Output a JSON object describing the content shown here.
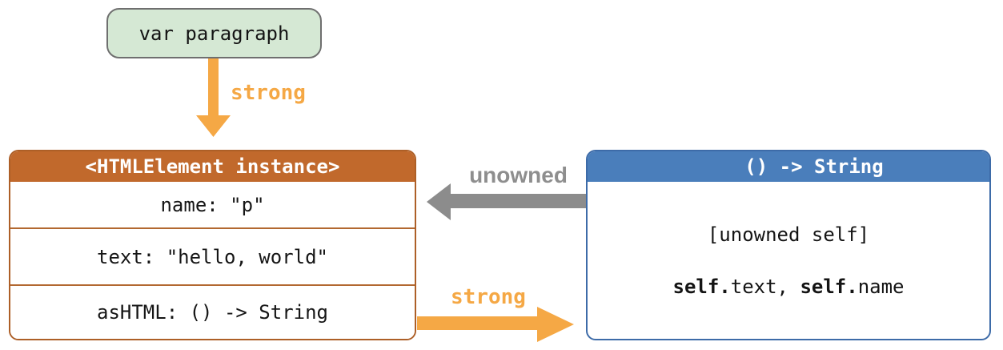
{
  "colors": {
    "strong_reference": "#f5a845",
    "unowned_reference": "#8c8c8c",
    "instance_header_fill": "#c1692c",
    "instance_border": "#ad5f27",
    "closure_header_fill": "#4a7ebb",
    "closure_border": "#3d6ba8",
    "variable_fill": "#d5e8d4",
    "variable_border": "#6f6f6f"
  },
  "diagram": {
    "variable_box": {
      "label": "var paragraph"
    },
    "arrows": {
      "top": {
        "label": "strong",
        "direction": "down"
      },
      "middle": {
        "label": "unowned",
        "direction": "left"
      },
      "bottom": {
        "label": "strong",
        "direction": "right"
      }
    },
    "instance_table": {
      "header": "<HTMLElement instance>",
      "rows": [
        "name: \"p\"",
        "text: \"hello, world\"",
        "asHTML: () -> String"
      ]
    },
    "closure_box": {
      "header": "() -> String",
      "capture_list": "[unowned self]",
      "references": [
        {
          "text": "self.",
          "bold": true
        },
        {
          "text": "text, ",
          "bold": false
        },
        {
          "text": "self.",
          "bold": true
        },
        {
          "text": "name",
          "bold": false
        }
      ]
    }
  }
}
